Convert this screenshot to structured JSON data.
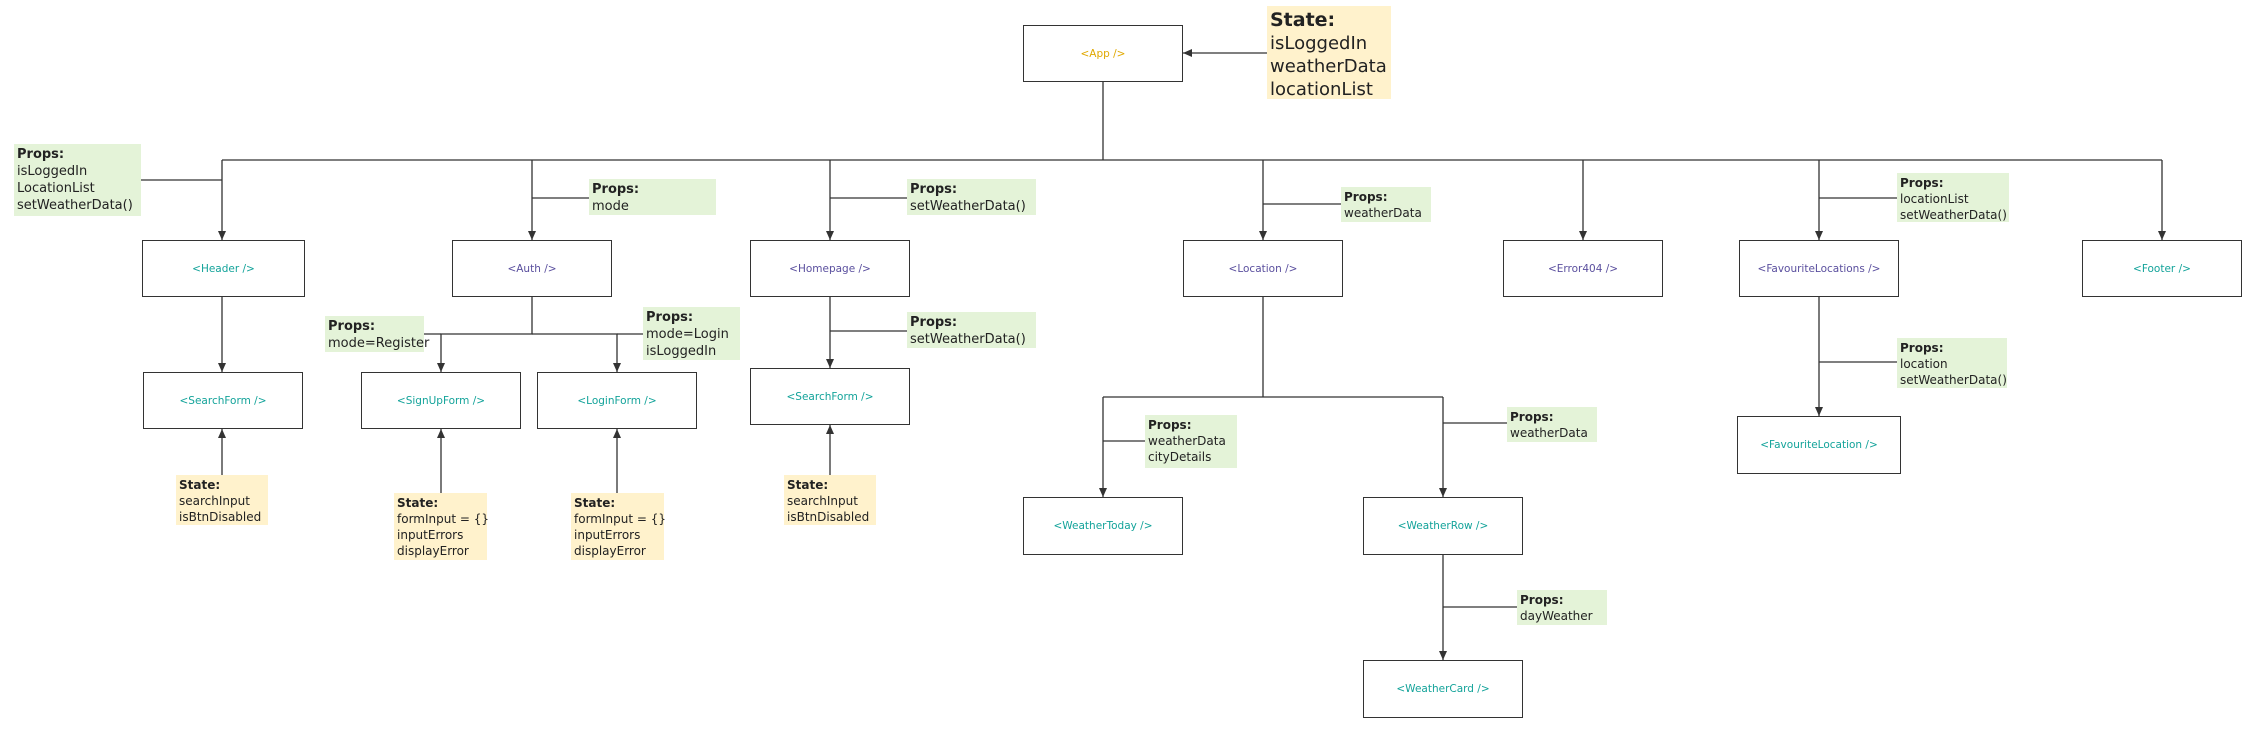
{
  "colors": {
    "app_text": "#e0a800",
    "teal_text": "#13a39a",
    "purple_text": "#5a4f9e",
    "props_bg": "#e4f3d8",
    "state_bg": "#fff2cc",
    "line": "#333333"
  },
  "nodes": {
    "app": "<App />",
    "header": "<Header />",
    "auth": "<Auth />",
    "homepage": "<Homepage />",
    "location": "<Location />",
    "error404": "<Error404 />",
    "favourite_locations": "<FavouriteLocations />",
    "footer": "<Footer />",
    "header_search_form": "<SearchForm />",
    "signup_form": "<SignUpForm />",
    "login_form": "<LoginForm />",
    "homepage_search_form": "<SearchForm />",
    "weather_today": "<WeatherToday />",
    "weather_row": "<WeatherRow />",
    "weather_card": "<WeatherCard />",
    "favourite_location": "<FavouriteLocation />"
  },
  "notes": {
    "app_state": {
      "title": "State:",
      "lines": [
        "isLoggedIn",
        "weatherData",
        "locationList"
      ]
    },
    "header_props": {
      "title": "Props:",
      "lines": [
        "isLoggedIn",
        "LocationList",
        "setWeatherData()"
      ]
    },
    "auth_props": {
      "title": "Props:",
      "lines": [
        "mode"
      ]
    },
    "homepage_props": {
      "title": "Props:",
      "lines": [
        "setWeatherData()"
      ]
    },
    "location_props": {
      "title": "Props:",
      "lines": [
        "weatherData"
      ]
    },
    "favourite_locations_props": {
      "title": "Props:",
      "lines": [
        "locationList",
        "setWeatherData()"
      ]
    },
    "signup_props": {
      "title": "Props:",
      "lines": [
        "mode=Register"
      ]
    },
    "login_props": {
      "title": "Props:",
      "lines": [
        "mode=Login",
        "isLoggedIn"
      ]
    },
    "homepage_search_props": {
      "title": "Props:",
      "lines": [
        "setWeatherData()"
      ]
    },
    "header_search_state": {
      "title": "State:",
      "lines": [
        "searchInput",
        "isBtnDisabled"
      ]
    },
    "signup_state": {
      "title": "State:",
      "lines": [
        "formInput = {}",
        "inputErrors",
        "displayError"
      ]
    },
    "login_state": {
      "title": "State:",
      "lines": [
        "formInput = {}",
        "inputErrors",
        "displayError"
      ]
    },
    "homepage_search_state": {
      "title": "State:",
      "lines": [
        "searchInput",
        "isBtnDisabled"
      ]
    },
    "weather_today_props": {
      "title": "Props:",
      "lines": [
        "weatherData",
        "cityDetails"
      ]
    },
    "weather_row_props": {
      "title": "Props:",
      "lines": [
        "weatherData"
      ]
    },
    "weather_card_props": {
      "title": "Props:",
      "lines": [
        "dayWeather"
      ]
    },
    "favourite_location_props": {
      "title": "Props:",
      "lines": [
        "location",
        "setWeatherData()"
      ]
    }
  }
}
